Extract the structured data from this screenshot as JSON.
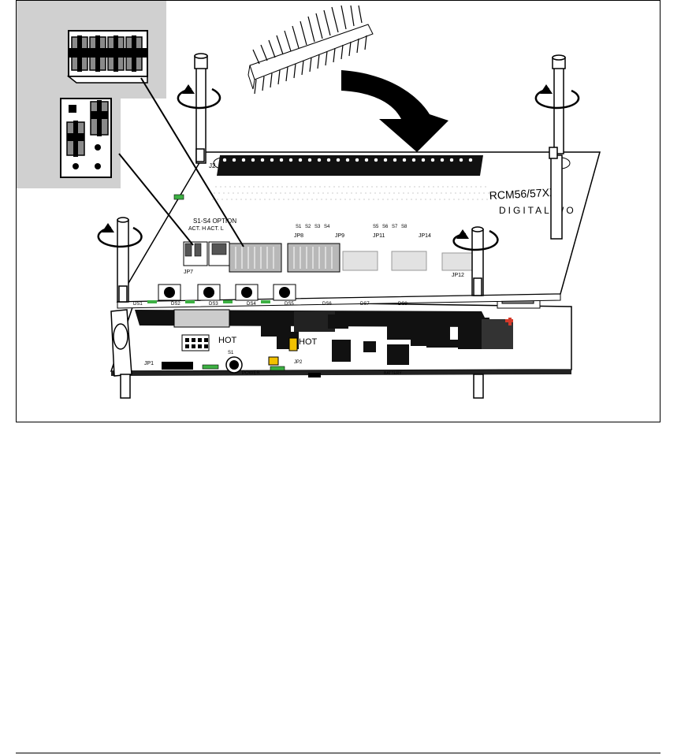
{
  "figure": {
    "board_text": {
      "brand": "RCM56/57XX",
      "subtitle": "DIGITAL I/O",
      "option_label": "S1-S4 OPTION",
      "option_sub": "ACT. H  ACT. L",
      "header_label": "J2",
      "jumper_jp7": "JP7",
      "jumper_jp8": "JP8",
      "jumper_jp9": "JP9",
      "jumper_jp11": "JP11",
      "jumper_jp14": "JP14",
      "jumper_jp12": "JP12",
      "jumper_jp1": "JP1",
      "jumper_jp2": "JP2",
      "hot_1": "HOT",
      "hot_2": "HOT",
      "button_s1": "S1",
      "power_label": "POWER",
      "battery_label": "BATTERY",
      "ds_labels": [
        "DS1",
        "DS2",
        "DS3",
        "DS4",
        "DS5",
        "DS6",
        "DS7",
        "DS8"
      ],
      "switch_labels": [
        "S1",
        "S2",
        "S3",
        "S4",
        "S5",
        "S6",
        "S7",
        "S8"
      ]
    },
    "colors": {
      "inset_bg": "#d0d0d0",
      "jumper_fill": "#8a8a8a",
      "led_green": "#3cb043",
      "led_yellow": "#f2c100",
      "led_red": "#d43a2a",
      "board_white": "#ffffff",
      "outline": "#000000"
    }
  }
}
